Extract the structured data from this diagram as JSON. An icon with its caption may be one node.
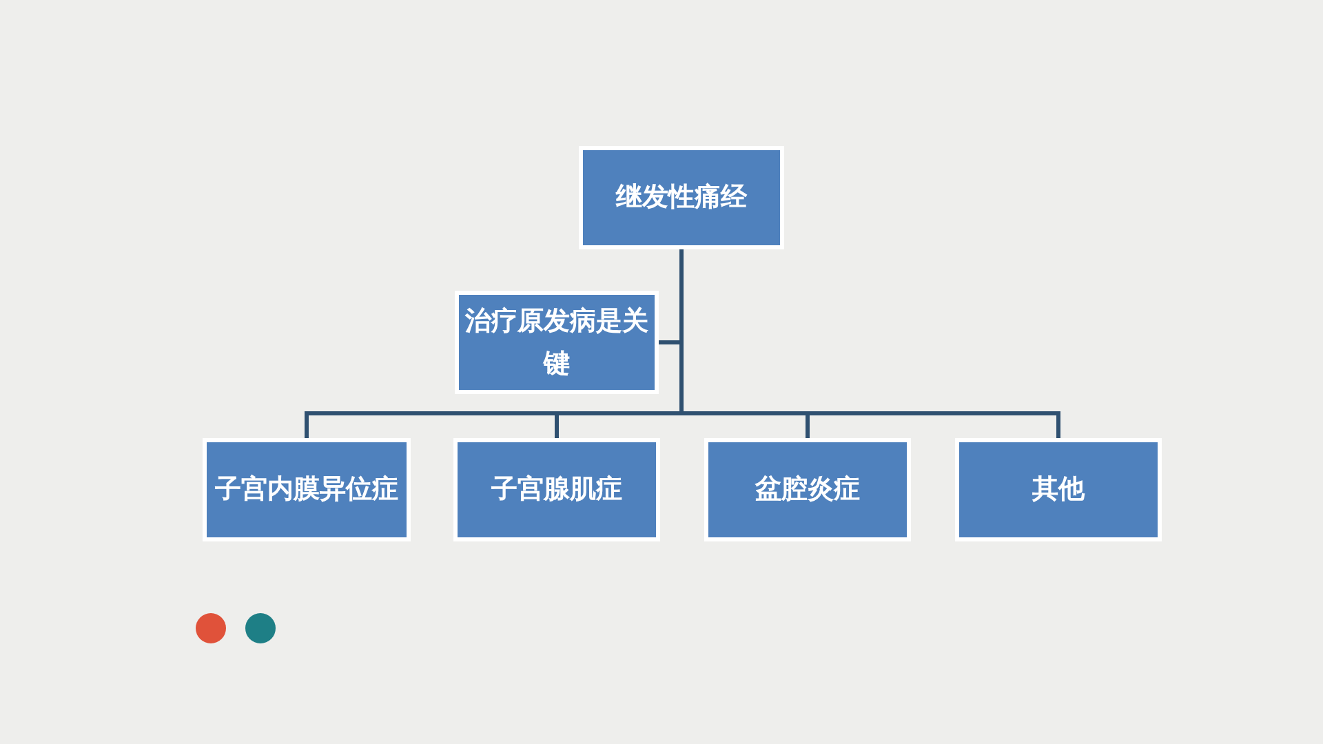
{
  "diagram": {
    "nodes": [
      {
        "text": [
          "继发性痛经"
        ]
      },
      {
        "text": [
          "治疗原发病是关键"
        ]
      },
      {
        "text": [
          "子宫内膜异位症"
        ]
      },
      {
        "text": [
          "子宫腺肌症"
        ]
      },
      {
        "text": [
          "盆腔炎症"
        ]
      },
      {
        "text": [
          "其他"
        ]
      }
    ],
    "edges": [
      {
        "from": 0,
        "to": 1,
        "arrow": "none"
      },
      {
        "from": 0,
        "to": 2,
        "arrow": "none"
      },
      {
        "from": 0,
        "to": 3,
        "arrow": "none"
      },
      {
        "from": 0,
        "to": 4,
        "arrow": "none"
      },
      {
        "from": 0,
        "to": 5,
        "arrow": "none"
      }
    ]
  }
}
